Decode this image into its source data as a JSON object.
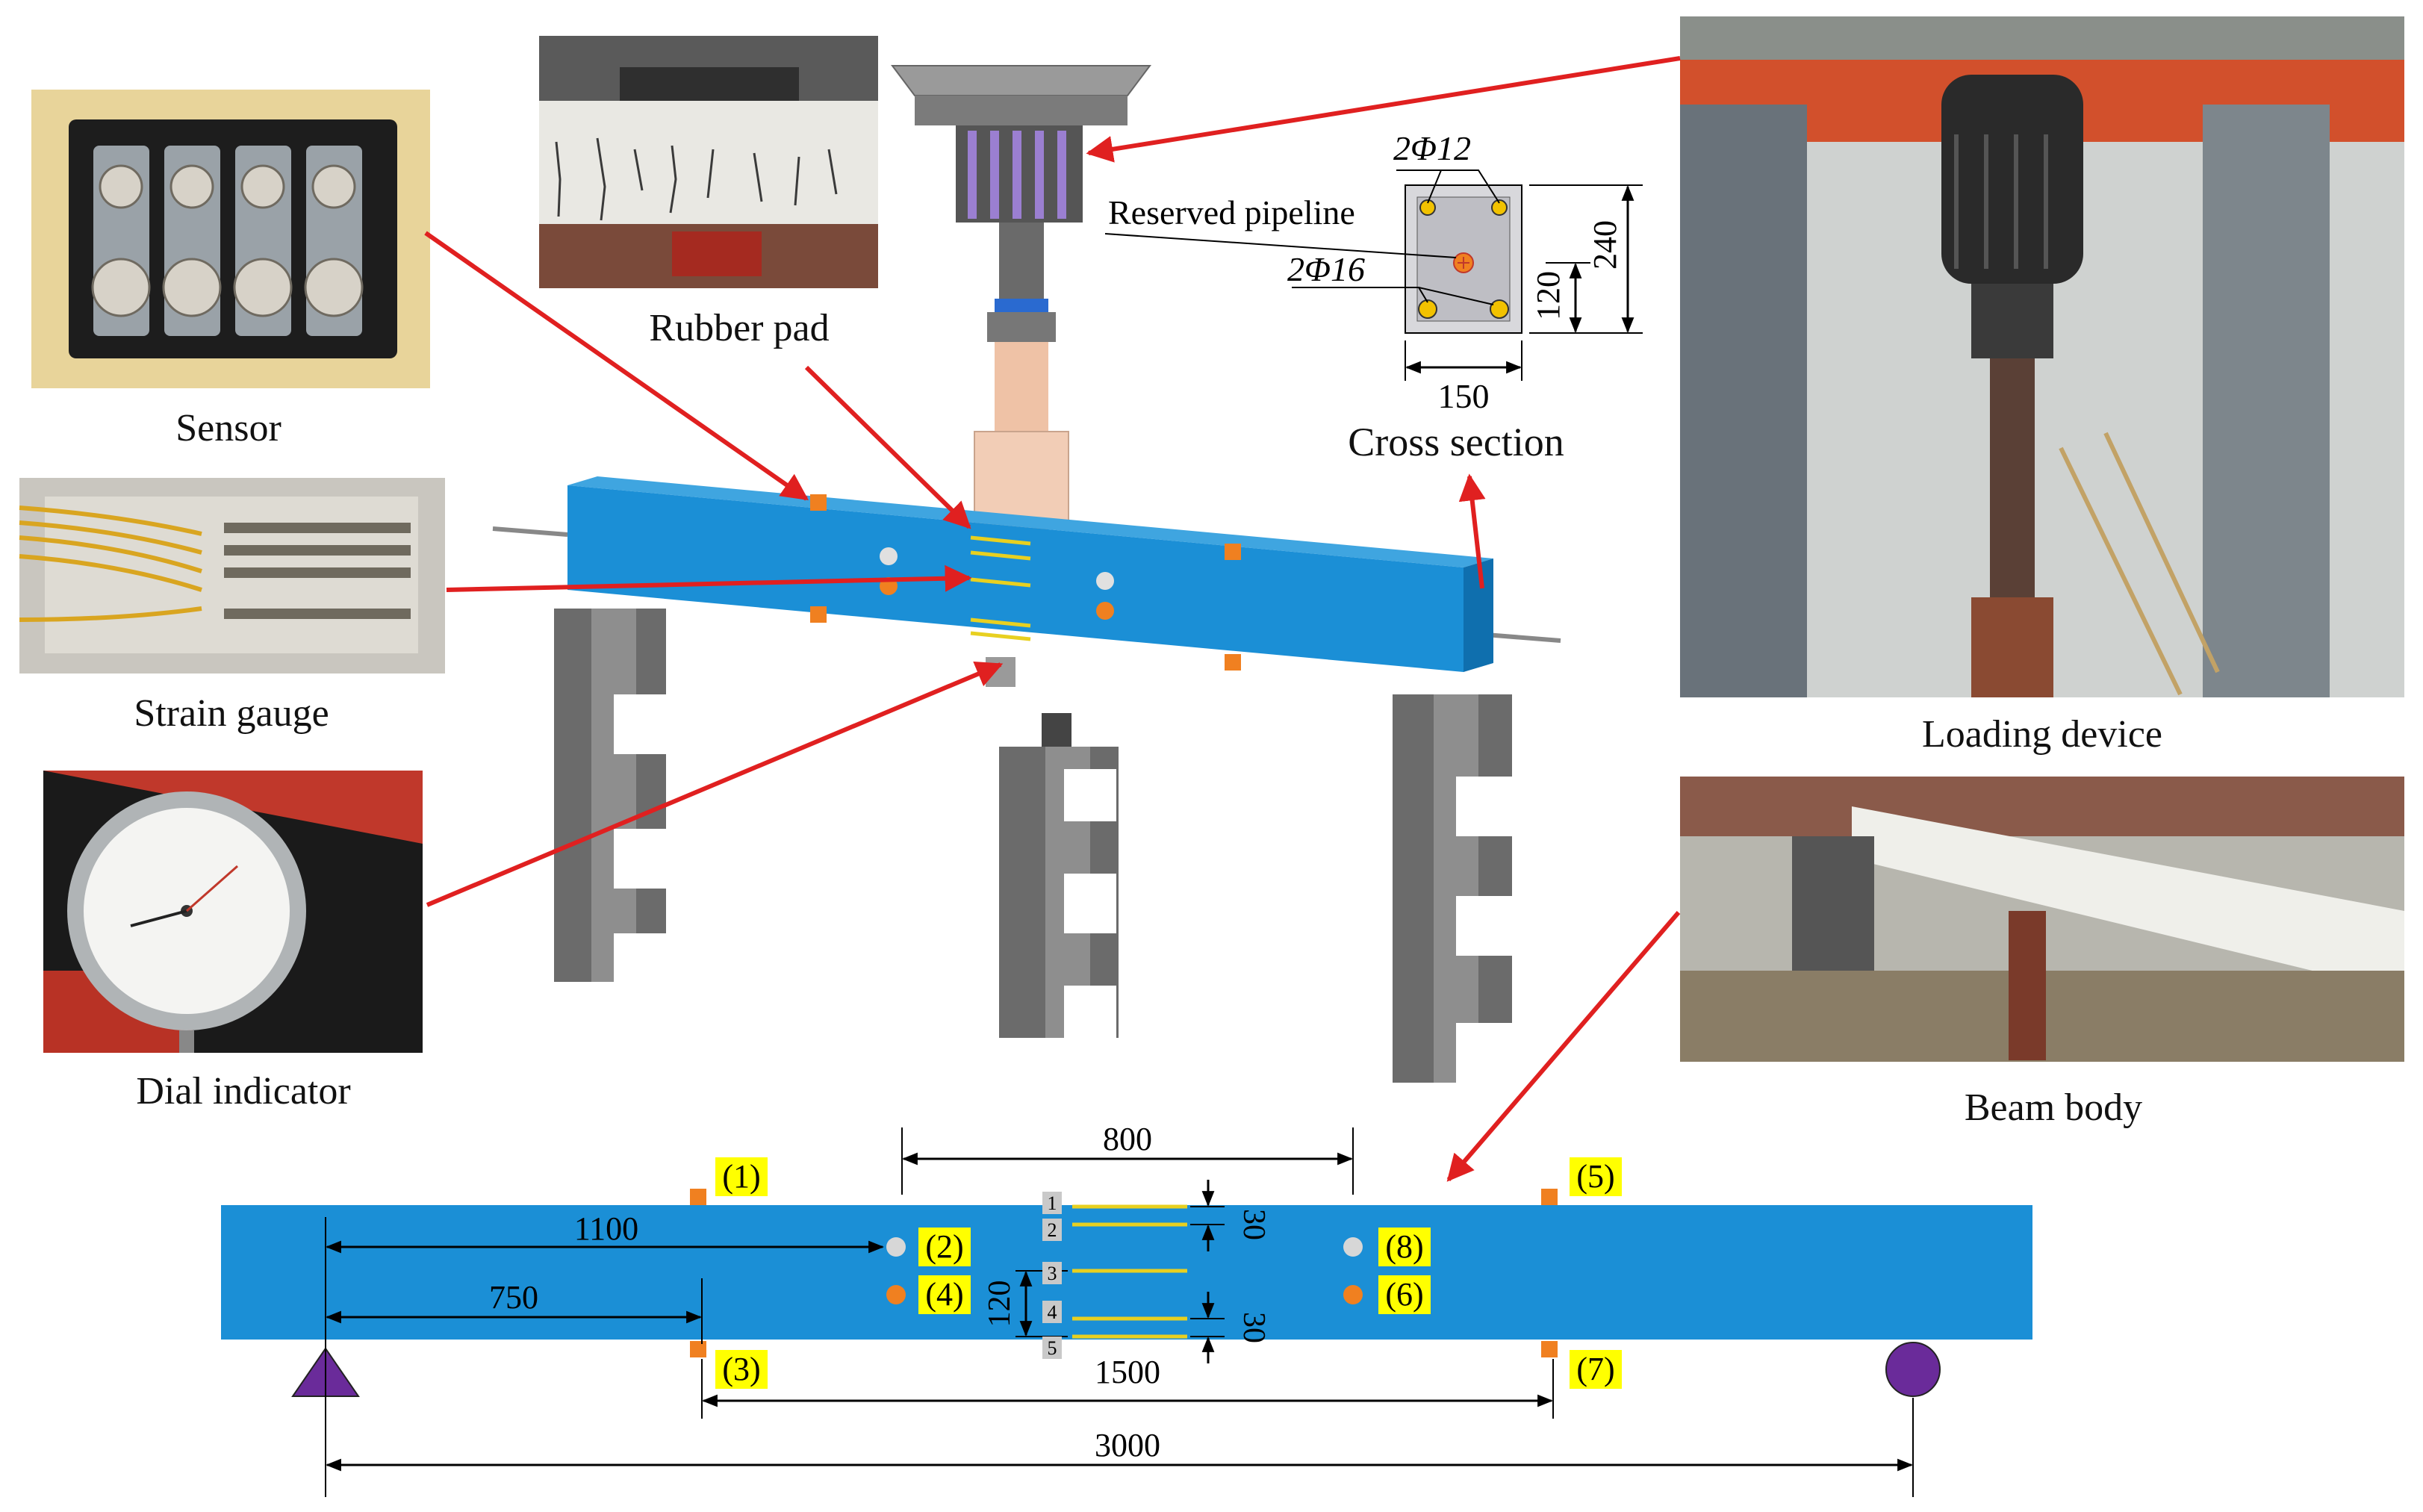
{
  "captions": {
    "sensor": "Sensor",
    "rubber_pad": "Rubber pad",
    "strain_gauge": "Strain gauge",
    "dial_indicator": "Dial indicator",
    "cross_section": "Cross section",
    "loading_device": "Loading device",
    "beam_body": "Beam body"
  },
  "cross_section": {
    "top_bars": "2Φ12",
    "bottom_bars": "2Φ16",
    "pipeline": "Reserved pipeline",
    "height": "240",
    "width": "150",
    "pipe_height": "120"
  },
  "beam_layout": {
    "dim_800": "800",
    "dim_1100": "1100",
    "dim_750": "750",
    "dim_1500": "1500",
    "dim_3000": "3000",
    "dim_30_top": "30",
    "dim_30_bottom": "30",
    "dim_120": "120",
    "sensor_labels": [
      "(1)",
      "(2)",
      "(3)",
      "(4)",
      "(5)",
      "(6)",
      "(7)",
      "(8)"
    ],
    "gauge_numbers": [
      "1",
      "2",
      "3",
      "4",
      "5"
    ]
  },
  "colors": {
    "beam": "#1b8fd6",
    "arrow": "#e02020",
    "label_highlight": "#ffff00",
    "sensor_orange": "#f08020",
    "support": "#6a2b9a"
  }
}
